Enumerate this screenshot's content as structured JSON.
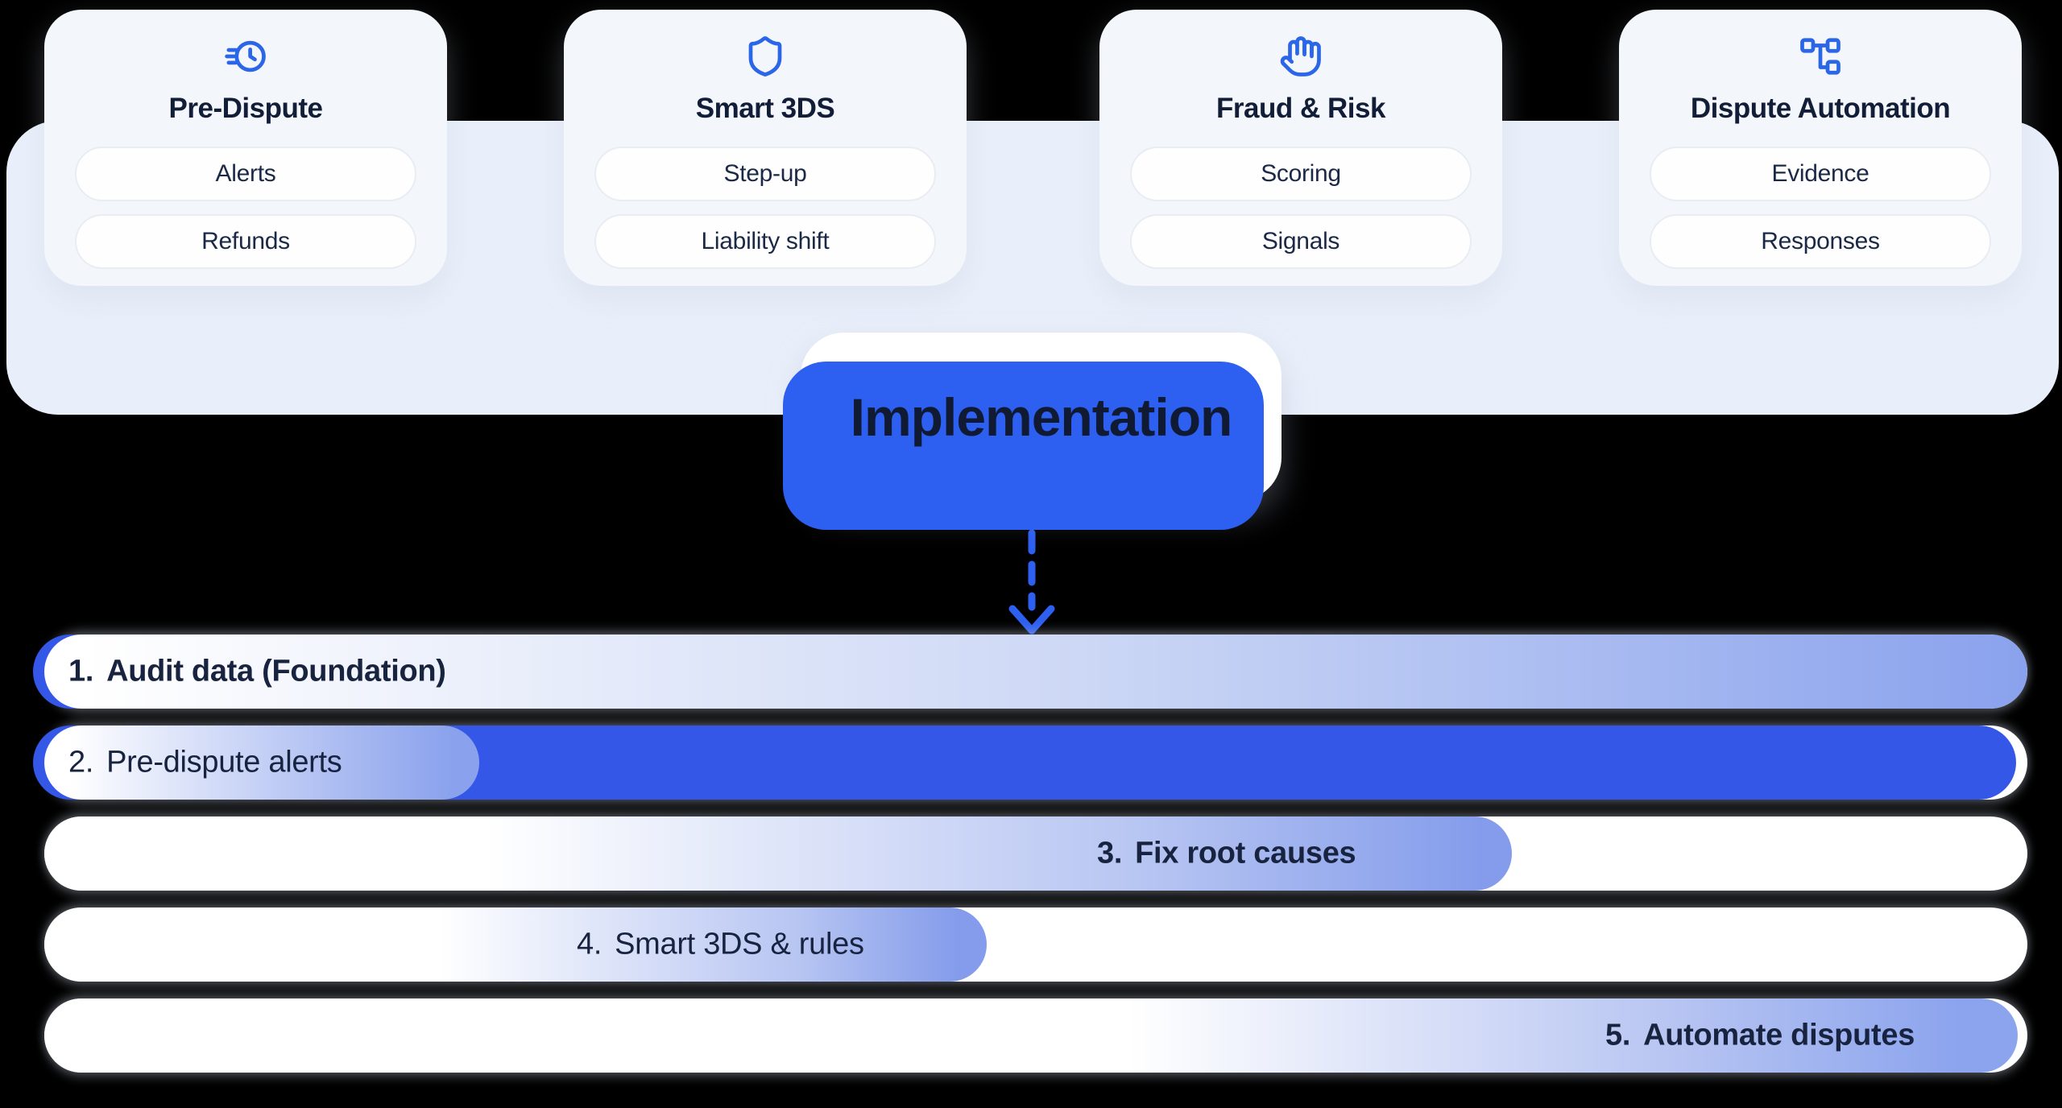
{
  "colors": {
    "page_bg": "#000000",
    "band_bg": "#e9effa",
    "card_bg": "#f3f6fa",
    "accent_blue": "#2d5ff0",
    "icon_blue": "#2b66e8",
    "gradient_blue": "#8aa2ed",
    "text_navy": "#14203c"
  },
  "cards": [
    {
      "icon": "fast-clock-icon",
      "title": "Pre-Dispute",
      "pills": [
        "Alerts",
        "Refunds"
      ]
    },
    {
      "icon": "shield-icon",
      "title": "Smart 3DS",
      "pills": [
        "Step-up",
        "Liability shift"
      ]
    },
    {
      "icon": "raised-hand-icon",
      "title": "Fraud & Risk",
      "pills": [
        "Scoring",
        "Signals"
      ]
    },
    {
      "icon": "workflow-icon",
      "title": "Dispute Automation",
      "pills": [
        "Evidence",
        "Responses"
      ]
    }
  ],
  "implementation": {
    "label": "Implementation"
  },
  "phases": [
    {
      "number": "1.",
      "label": "Audit data (Foundation)",
      "emphasis": true
    },
    {
      "number": "2.",
      "label": "Pre-dispute alerts",
      "emphasis": false
    },
    {
      "number": "3.",
      "label": "Fix root causes",
      "emphasis": true
    },
    {
      "number": "4.",
      "label": "Smart 3DS & rules",
      "emphasis": false
    },
    {
      "number": "5.",
      "label": "Automate disputes",
      "emphasis": true
    }
  ]
}
